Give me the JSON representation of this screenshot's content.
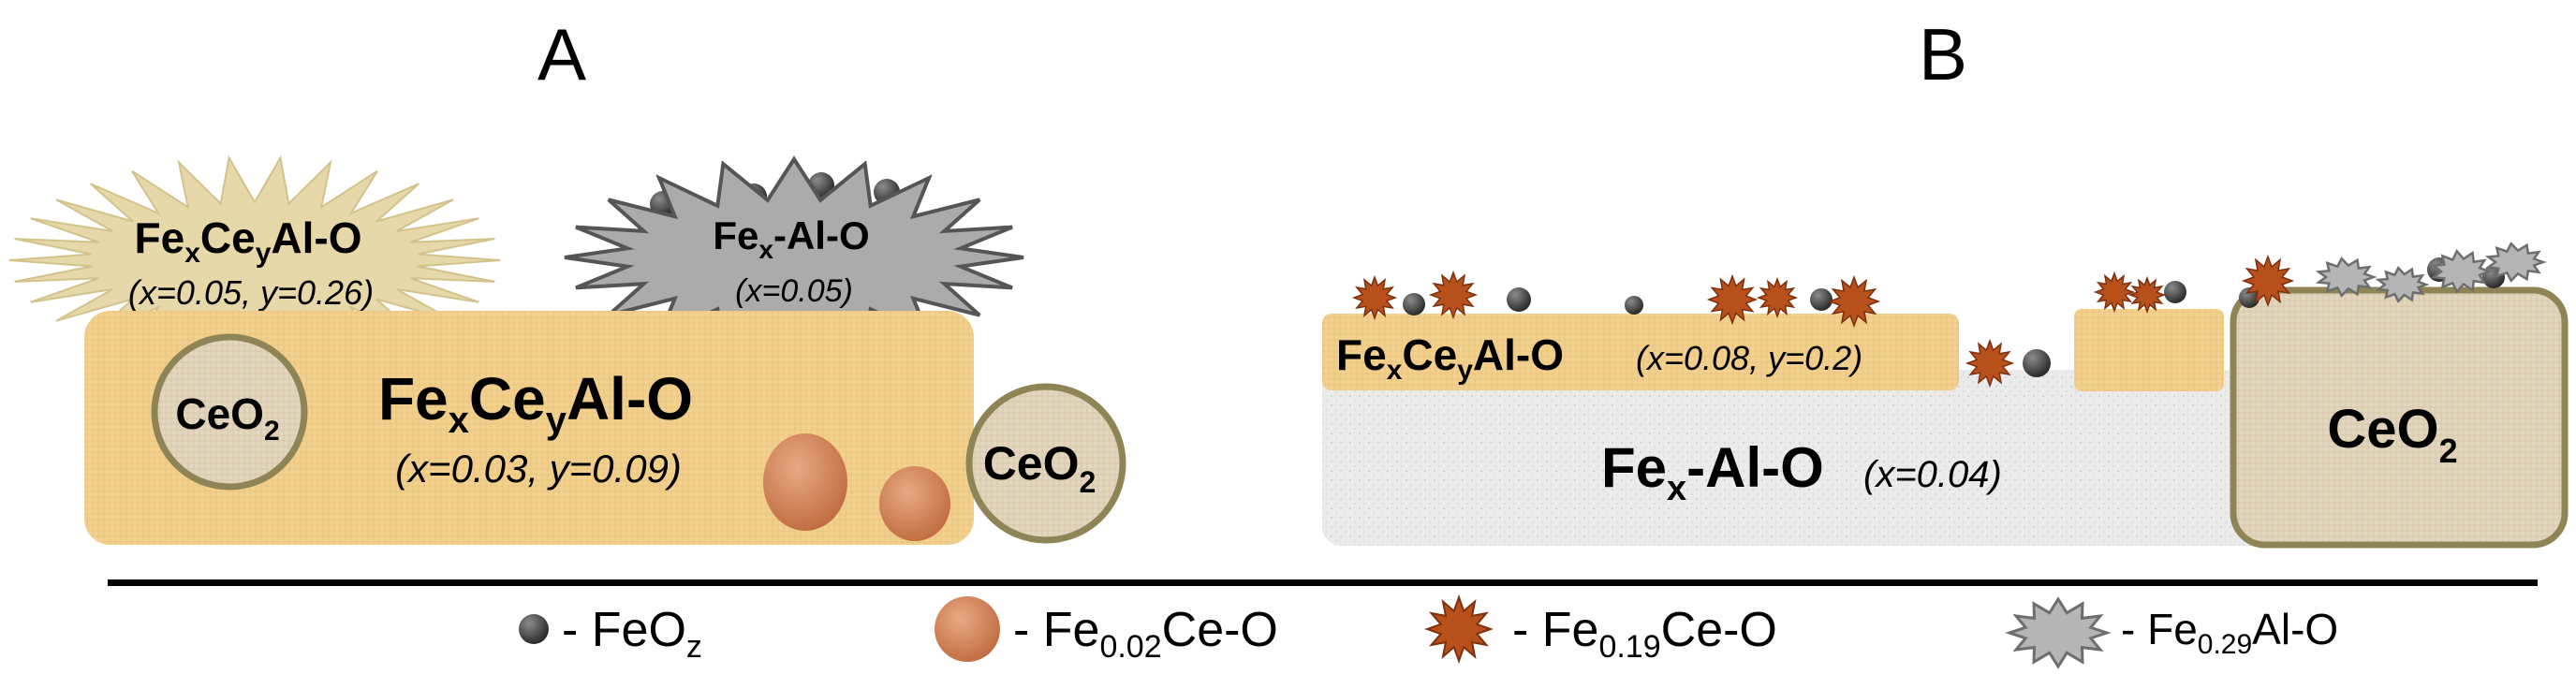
{
  "panels": {
    "a": {
      "label": "A",
      "main_slab": {
        "name": {
          "base1": "Fe",
          "sub1": "x",
          "base2": "Ce",
          "sub2": "y",
          "base3": "Al-O"
        },
        "params": "(x=0.03, y=0.09)"
      },
      "ceo2_inner": {
        "base": "CeO",
        "sub": "2"
      },
      "ceo2_outer": {
        "base": "CeO",
        "sub": "2"
      },
      "burst_tan": {
        "name": {
          "base1": "Fe",
          "sub1": "x",
          "base2": "Ce",
          "sub2": "y",
          "base3": "Al-O"
        },
        "params": "(x=0.05, y=0.26)"
      },
      "burst_gray": {
        "name": {
          "base1": "Fe",
          "sub1": "x",
          "base2": "-Al-O"
        },
        "params": "(x=0.05)"
      }
    },
    "b": {
      "label": "B",
      "top_slab": {
        "name": {
          "base1": "Fe",
          "sub1": "x",
          "base2": "Ce",
          "sub2": "y",
          "base3": "Al-O"
        },
        "params": "(x=0.08, y=0.2)"
      },
      "support": {
        "name": {
          "base1": "Fe",
          "sub1": "x",
          "base2": "-Al-O"
        },
        "params": "(x=0.04)"
      },
      "ceo2_block": {
        "base": "CeO",
        "sub": "2"
      }
    }
  },
  "legend": [
    {
      "icon": "dark-sphere-icon",
      "prefix": "- FeO",
      "sub": "z",
      "suffix": ""
    },
    {
      "icon": "copper-particle-icon",
      "prefix": "- Fe",
      "sub": "0.02",
      "suffix": "Ce-O"
    },
    {
      "icon": "orange-star-icon",
      "prefix": "- Fe",
      "sub": "0.19",
      "suffix": "Ce-O"
    },
    {
      "icon": "gray-burst-icon",
      "prefix": "- Fe",
      "sub": "0.29",
      "suffix": "Al-O"
    }
  ],
  "colors": {
    "slab_fill": "#F2D08E",
    "ceo2_fill": "#E3D6BE",
    "ceo2_border": "#8F8456",
    "support_fill": "#E8E8E8",
    "copper": "#C9774A",
    "orange_star": "#B8501C",
    "sphere": "#3A3A3A",
    "gray_burst": "#A9A9A9",
    "tan_burst": "#E6D8A8",
    "divider": "#000000"
  }
}
